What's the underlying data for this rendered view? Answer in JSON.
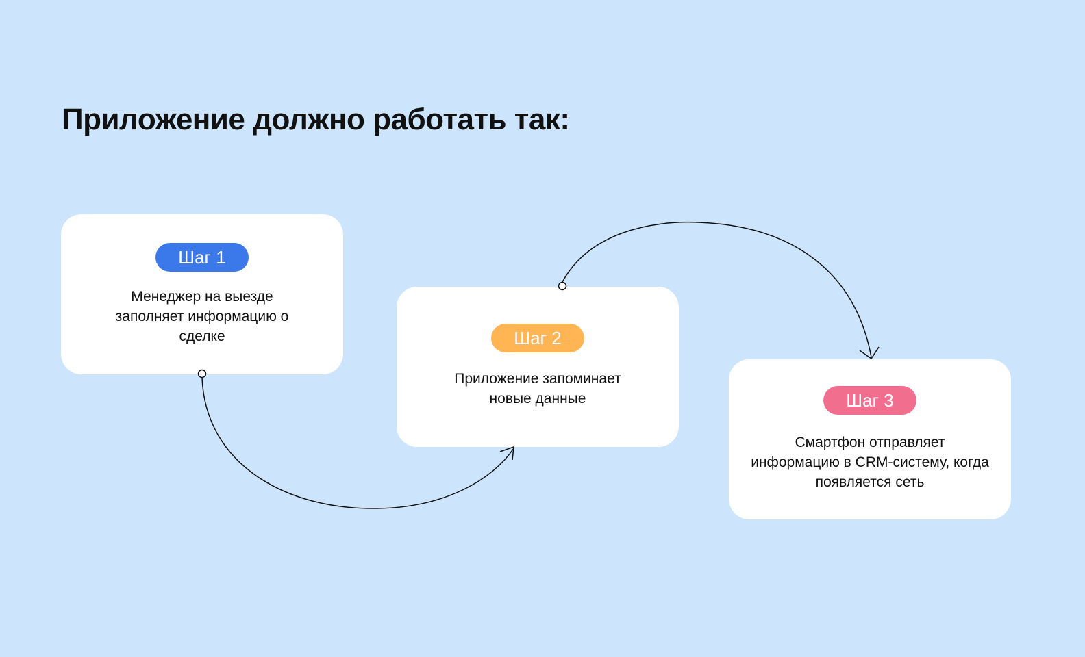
{
  "title": "Приложение должно работать так:",
  "steps": [
    {
      "label": "Шаг 1",
      "text": "Менеджер на выезде заполняет информацию о сделке",
      "color": "#3b78e9"
    },
    {
      "label": "Шаг 2",
      "text": "Приложение запоминает новые данные",
      "color": "#ffb554"
    },
    {
      "label": "Шаг 3",
      "text": "Смартфон отправляет информацию в CRM-систему, когда появляется сеть",
      "color": "#f26e8f"
    }
  ]
}
